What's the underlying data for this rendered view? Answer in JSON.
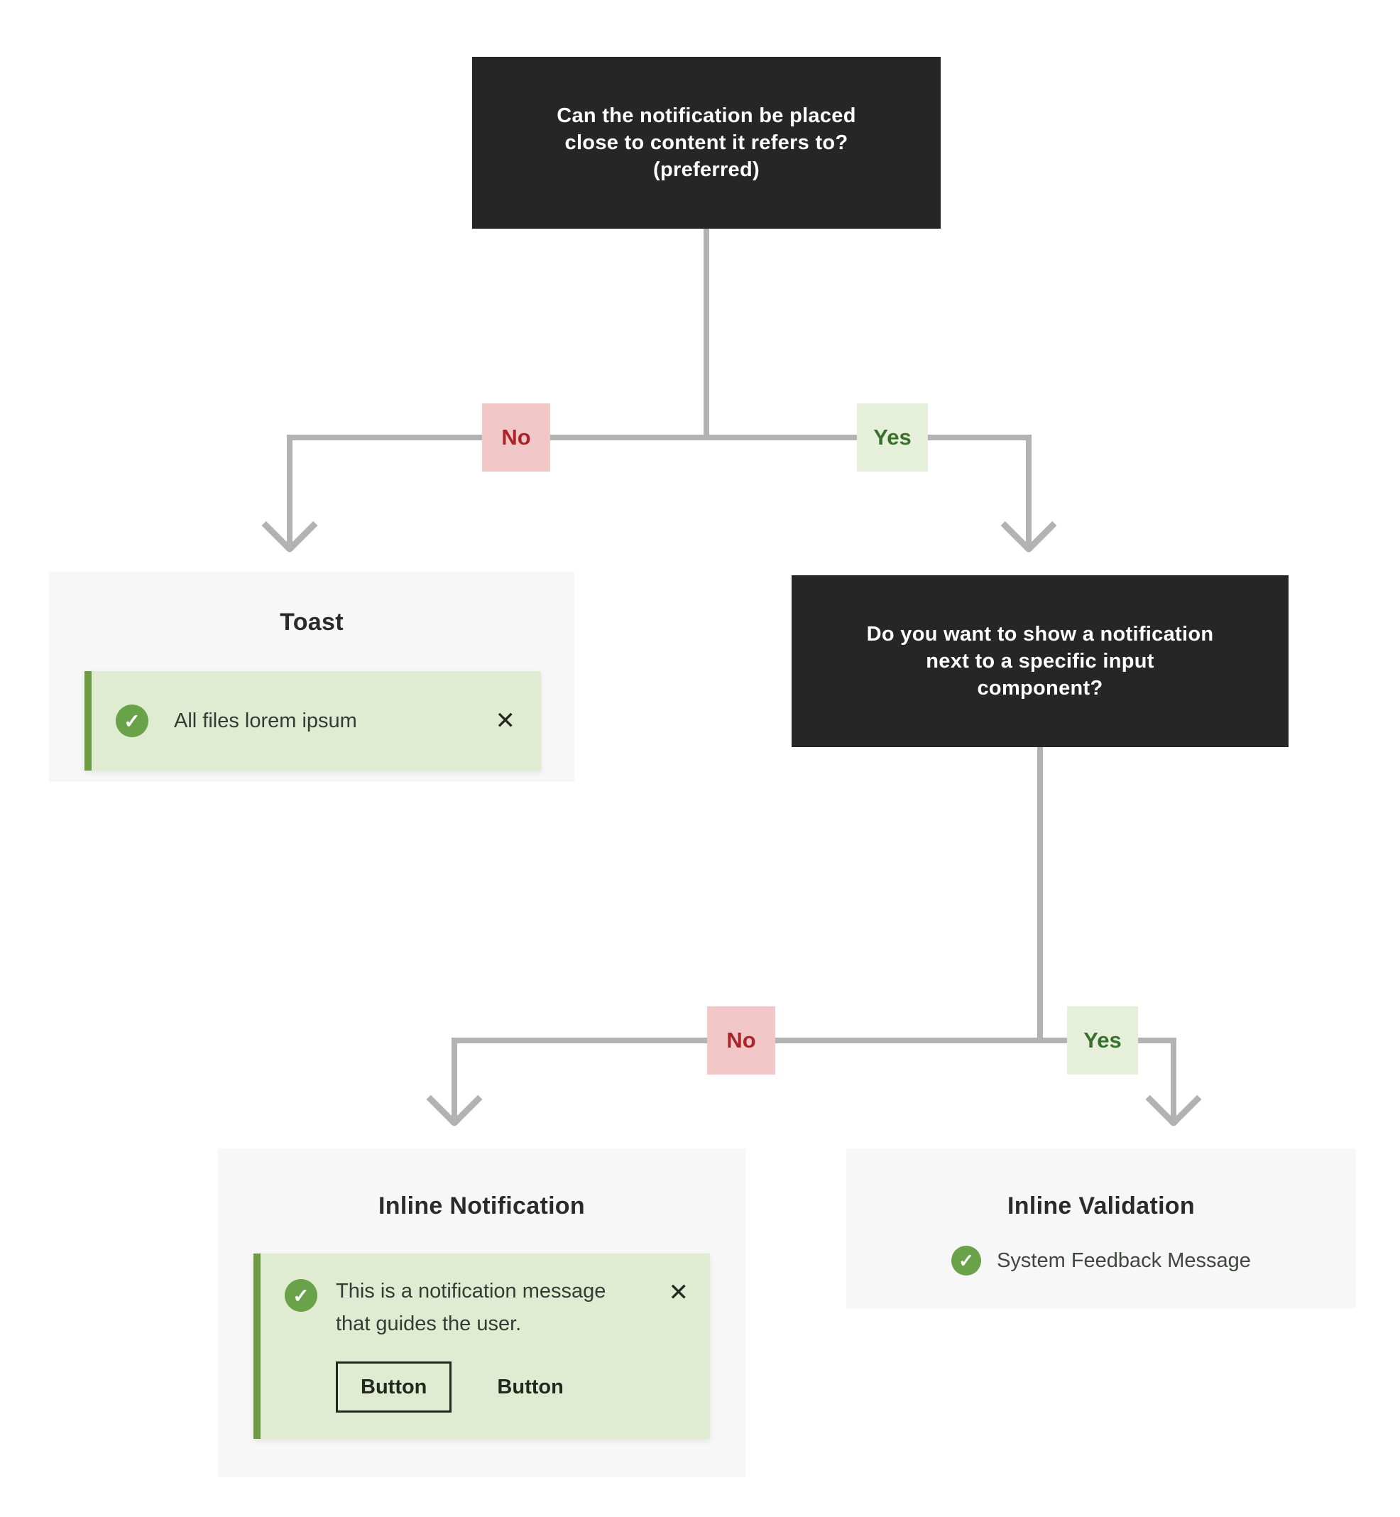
{
  "nodes": {
    "q1": {
      "lines": [
        "Can the notification be placed",
        "close to content it refers to?",
        "(preferred)"
      ]
    },
    "q2": {
      "lines": [
        "Do you want to show a notification",
        "next to a specific input",
        "component?"
      ]
    }
  },
  "edge_labels": {
    "no": "No",
    "yes": "Yes"
  },
  "panels": {
    "toast": {
      "title": "Toast",
      "message": "All files lorem ipsum"
    },
    "inline_notification": {
      "title": "Inline Notification",
      "message_lines": [
        "This is a notification message",
        "that guides the user."
      ],
      "buttons": [
        "Button",
        "Button"
      ]
    },
    "inline_validation": {
      "title": "Inline Validation",
      "message": "System Feedback Message"
    }
  },
  "icons": {
    "check": "✓",
    "close": "✕"
  },
  "colors": {
    "node_bg": "#262626",
    "node_text": "#ffffff",
    "connector": "#b2b2b2",
    "no_bg": "#f1c7c7",
    "no_text": "#a9252b",
    "yes_bg": "#e5efda",
    "yes_text": "#39702c",
    "panel_bg": "#f7f7f7",
    "notification_bg": "#dfecd2",
    "notification_border": "#6d9c42",
    "check_circle": "#6aa24a"
  }
}
